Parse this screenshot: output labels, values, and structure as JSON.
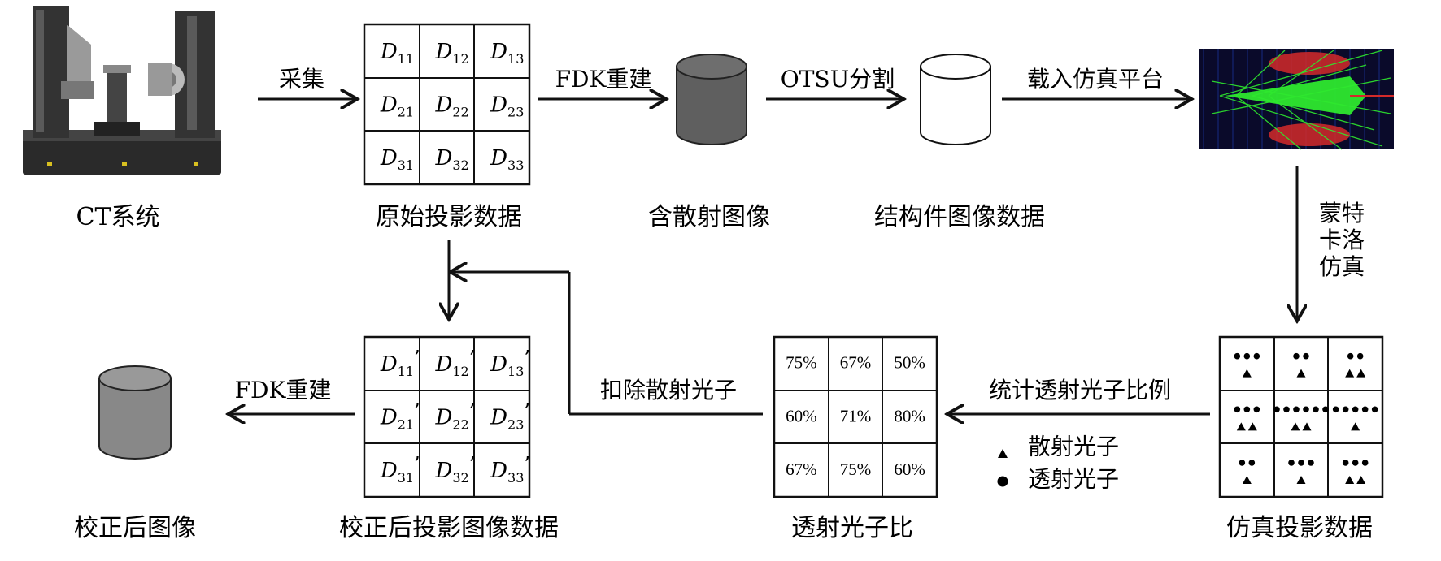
{
  "captions": {
    "ct_system": "CT系统",
    "raw_projection": "原始投影数据",
    "scatter_image": "含散射图像",
    "structure_image": "结构件图像数据",
    "sim_projection": "仿真投影数据",
    "transmission_ratio": "透射光子比",
    "corrected_projection": "校正后投影图像数据",
    "corrected_image": "校正后图像"
  },
  "arrow_labels": {
    "acquire": "采集",
    "fdk_recon_top": "FDK重建",
    "otsu_segment": "OTSU分割",
    "load_sim": "载入仿真平台",
    "monte_carlo": [
      "蒙特",
      "卡洛",
      "仿真"
    ],
    "stat_ratio": "统计透射光子比例",
    "subtract_scatter": "扣除散射光子",
    "fdk_recon_bottom": "FDK重建"
  },
  "legend": {
    "scatter_label": "散射光子",
    "transmit_label": "透射光子"
  },
  "raw_matrix": [
    [
      "11",
      "12",
      "13"
    ],
    [
      "21",
      "22",
      "23"
    ],
    [
      "31",
      "32",
      "33"
    ]
  ],
  "matrix_symbol": "D",
  "prime_mark": "’",
  "ratio_matrix": [
    [
      "75%",
      "67%",
      "50%"
    ],
    [
      "60%",
      "71%",
      "80%"
    ],
    [
      "67%",
      "75%",
      "60%"
    ]
  ],
  "sim_counts": [
    [
      {
        "dots": 3,
        "triangles": 1
      },
      {
        "dots": 2,
        "triangles": 1
      },
      {
        "dots": 2,
        "triangles": 2
      }
    ],
    [
      {
        "dots": 3,
        "triangles": 2
      },
      {
        "dots": 6,
        "triangles": 2
      },
      {
        "dots": 5,
        "triangles": 1
      }
    ],
    [
      {
        "dots": 2,
        "triangles": 1
      },
      {
        "dots": 3,
        "triangles": 1
      },
      {
        "dots": 3,
        "triangles": 2
      }
    ]
  ],
  "colors": {
    "cylinder_dark": "#5f5f5f",
    "cylinder_mid": "#888888",
    "sim_bg": "#0a0a2a",
    "sim_green": "#2ee82e",
    "sim_red": "#d42a2a"
  }
}
